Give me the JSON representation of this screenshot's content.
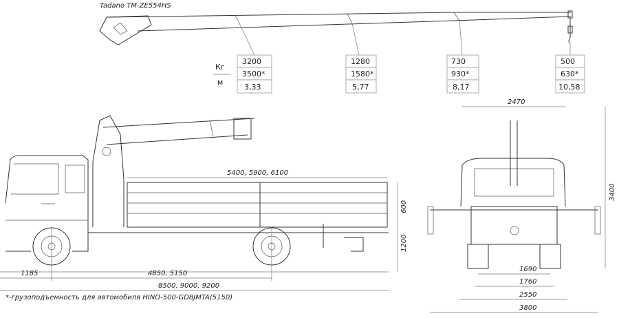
{
  "title": "Tadano TM-ZE554HS",
  "table": {
    "unit_load": "Кг",
    "unit_radius": "м",
    "columns": [
      {
        "load": "3200",
        "load_alt": "3500*",
        "radius": "3,33"
      },
      {
        "load": "1280",
        "load_alt": "1580*",
        "radius": "5,77"
      },
      {
        "load": "730",
        "load_alt": "930*",
        "radius": "8,17"
      },
      {
        "load": "500",
        "load_alt": "630*",
        "radius": "10,58"
      }
    ]
  },
  "dimensions": {
    "platform_length": "5400, 5900, 6100",
    "side_height": "600",
    "floor_height": "1200",
    "front_overhang": "1185",
    "wheelbase": "4850, 5150",
    "overall_length": "8500, 9000, 9200",
    "rear_top_width": "2470",
    "overall_height": "3400",
    "track_1": "1690",
    "track_2": "1760",
    "body_width": "2550",
    "outrigger_span": "3800"
  },
  "footnote": "*-грузоподъемность для автомобиля HINO-500-GD8JMTA(5150)"
}
